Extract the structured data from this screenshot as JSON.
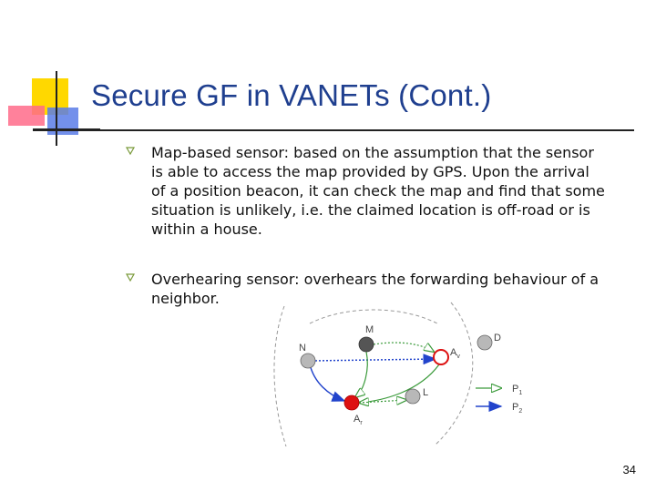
{
  "slide": {
    "title": "Secure GF in VANETs (Cont.)",
    "bullets": [
      "Map-based sensor: based on the assumption that the sensor is able to access the map provided by GPS. Upon the arrival of a position beacon, it can check the map and find that some situation is unlikely, i.e. the claimed location is off-road or is within a house.",
      "Overhearing sensor: overhears the forwarding behaviour of a neighbor."
    ],
    "page_number": "34"
  },
  "diagram": {
    "nodes": {
      "M": "M",
      "N": "N",
      "D": "D",
      "L": "L",
      "Av": "A",
      "Av_sub": "v",
      "Ar": "A",
      "Ar_sub": "r"
    },
    "legend": [
      {
        "label": "P",
        "sub": "1"
      },
      {
        "label": "P",
        "sub": "2"
      }
    ],
    "colors": {
      "title": "#1f3f8f",
      "p1": "#3a9a3a",
      "p2": "#2244cc",
      "attacker": "#dd1111",
      "node_gray": "#b8b8b8",
      "node_dark": "#555555"
    }
  }
}
